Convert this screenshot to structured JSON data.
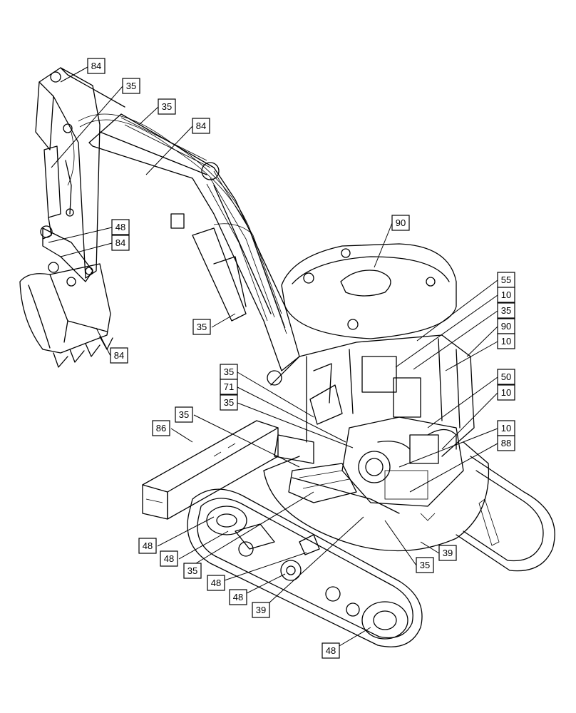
{
  "callouts": [
    {
      "id": "c1",
      "label": "84"
    },
    {
      "id": "c2",
      "label": "35"
    },
    {
      "id": "c3",
      "label": "35"
    },
    {
      "id": "c4",
      "label": "84"
    },
    {
      "id": "c5",
      "label": "48"
    },
    {
      "id": "c6",
      "label": "84"
    },
    {
      "id": "c7",
      "label": "90"
    },
    {
      "id": "c8",
      "label": "35"
    },
    {
      "id": "c9",
      "label": "55"
    },
    {
      "id": "c10",
      "label": "10"
    },
    {
      "id": "c11",
      "label": "35"
    },
    {
      "id": "c12",
      "label": "90"
    },
    {
      "id": "c13",
      "label": "84"
    },
    {
      "id": "c14",
      "label": "10"
    },
    {
      "id": "c15",
      "label": "35"
    },
    {
      "id": "c16",
      "label": "50"
    },
    {
      "id": "c17",
      "label": "71"
    },
    {
      "id": "c18",
      "label": "10"
    },
    {
      "id": "c19",
      "label": "35"
    },
    {
      "id": "c20",
      "label": "35"
    },
    {
      "id": "c21",
      "label": "86"
    },
    {
      "id": "c22",
      "label": "10"
    },
    {
      "id": "c23",
      "label": "88"
    },
    {
      "id": "c24",
      "label": "48"
    },
    {
      "id": "c25",
      "label": "39"
    },
    {
      "id": "c26",
      "label": "48"
    },
    {
      "id": "c27",
      "label": "35"
    },
    {
      "id": "c28",
      "label": "35"
    },
    {
      "id": "c29",
      "label": "48"
    },
    {
      "id": "c30",
      "label": "48"
    },
    {
      "id": "c31",
      "label": "39"
    },
    {
      "id": "c32",
      "label": "48"
    }
  ]
}
